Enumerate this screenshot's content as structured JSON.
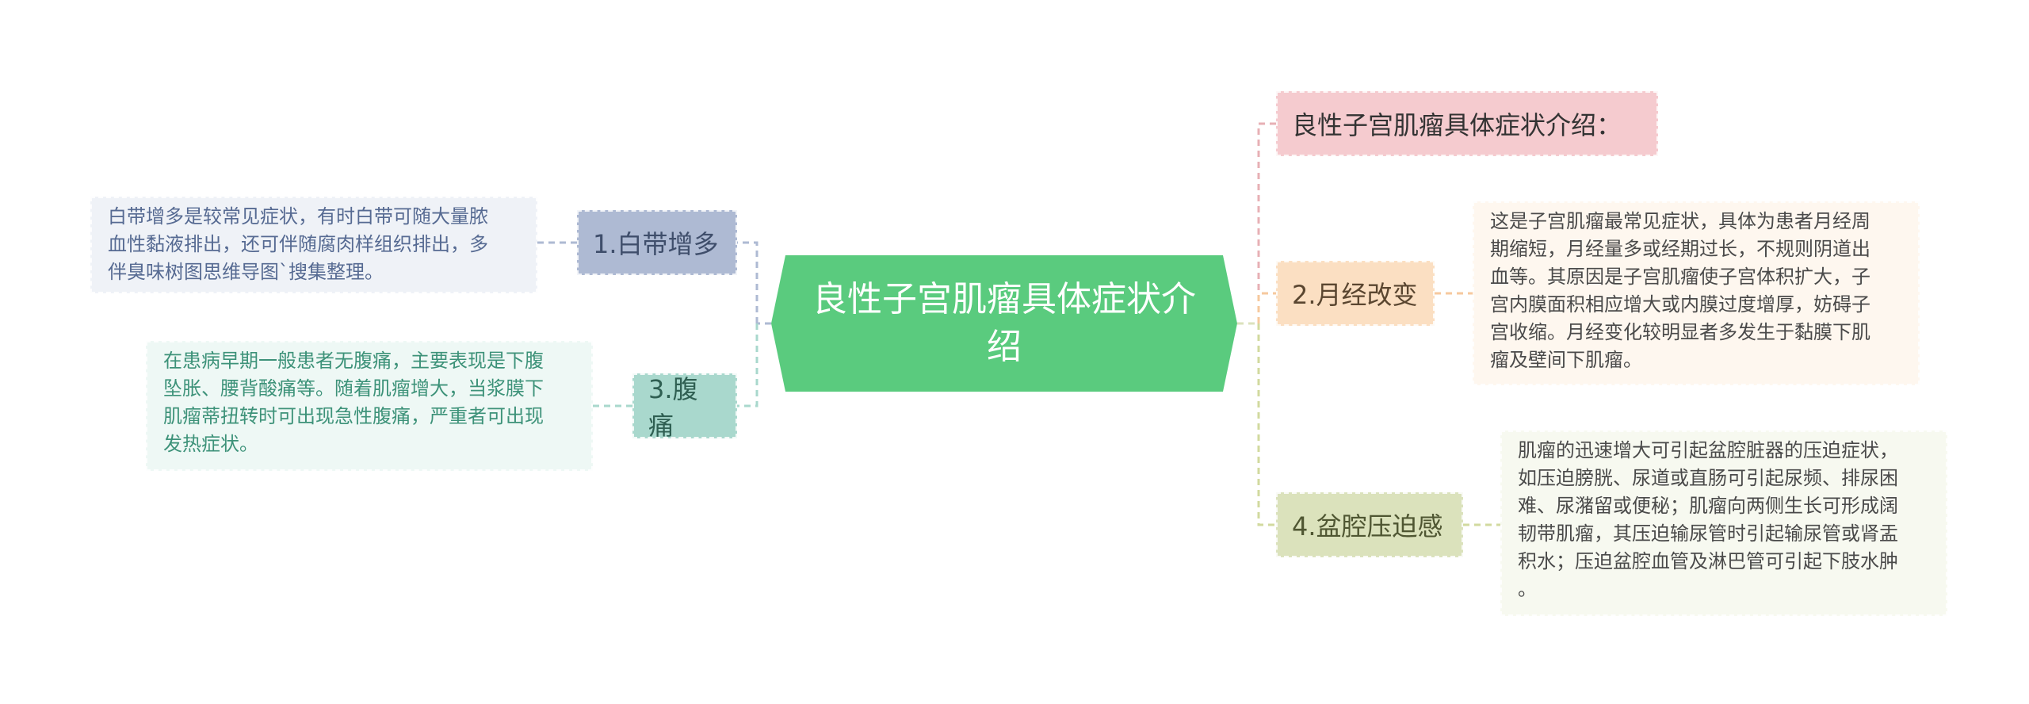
{
  "colors": {
    "center_bg": "#5acb7e",
    "center_text": "#ffffff",
    "title_bg": "#f5cbcf",
    "item1_bg": "#aebad3",
    "item2_bg": "#fbdfc2",
    "item3_bg": "#a9d8cd",
    "item4_bg": "#dbe2bc",
    "desc1_bg": "#eff2f7",
    "desc1_text": "#566a92",
    "desc2_bg": "#fef7ef",
    "desc2_text": "#4a4a4a",
    "desc3_bg": "#eef8f5",
    "desc3_text": "#3d9279",
    "desc4_bg": "#f7f9f0",
    "desc4_text": "#4a4a4a",
    "line_title": "#e7b0b5",
    "line_item1": "#aebad3",
    "line_item2": "#f6c99e",
    "line_item3": "#a9d8cd",
    "line_item4": "#d2da9f",
    "line_main_right": "#dbe2bc"
  },
  "center": {
    "label": "良性子宫肌瘤具体症状介绍"
  },
  "title_node": {
    "label": "良性子宫肌瘤具体症状介绍："
  },
  "items": [
    {
      "label": "1.白带增多",
      "description": "白带增多是较常见症状，有时白带可随大量脓\n血性黏液排出，还可伴随腐肉样组织排出，多\n伴臭味树图思维导图`搜集整理。"
    },
    {
      "label": "2.月经改变",
      "description": "这是子宫肌瘤最常见症状，具体为患者月经周\n期缩短，月经量多或经期过长，不规则阴道出\n血等。其原因是子宫肌瘤使子宫体积扩大，子\n宫内膜面积相应增大或内膜过度增厚，妨碍子\n宫收缩。月经变化较明显者多发生于黏膜下肌\n瘤及壁间下肌瘤。"
    },
    {
      "label": "3.腹痛",
      "description": "在患病早期一般患者无腹痛，主要表现是下腹\n坠胀、腰背酸痛等。随着肌瘤增大，当浆膜下\n肌瘤蒂扭转时可出现急性腹痛，严重者可出现\n发热症状。"
    },
    {
      "label": "4.盆腔压迫感",
      "description": "肌瘤的迅速增大可引起盆腔脏器的压迫症状，\n如压迫膀胱、尿道或直肠可引起尿频、排尿困\n难、尿潴留或便秘；肌瘤向两侧生长可形成阔\n韧带肌瘤，其压迫输尿管时引起输尿管或肾盂\n积水；压迫盆腔血管及淋巴管可引起下肢水肿\n。"
    }
  ]
}
